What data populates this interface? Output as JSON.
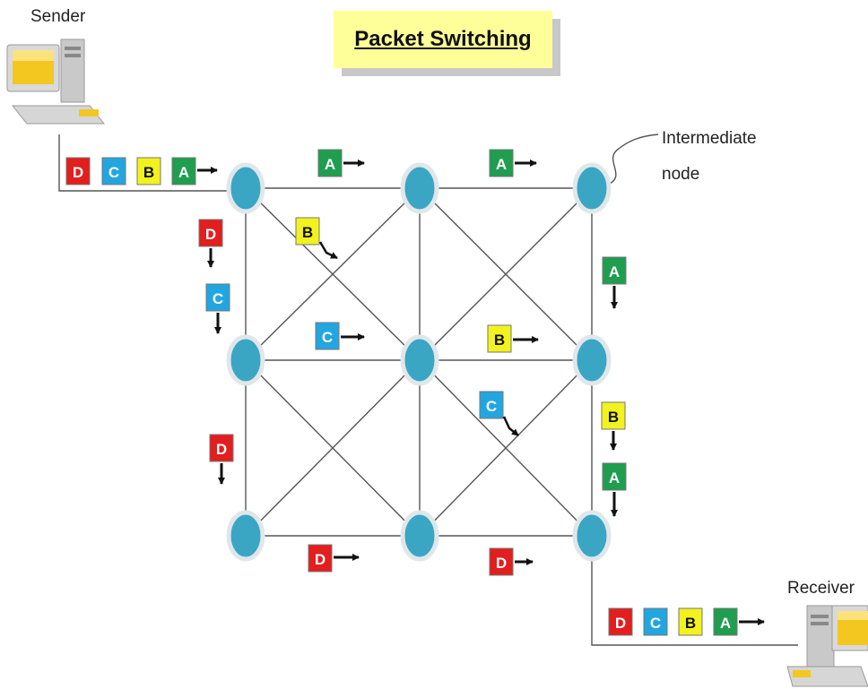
{
  "title": "Packet Switching",
  "labels": {
    "sender": "Sender",
    "receiver": "Receiver",
    "intermediate_line1": "Intermediate",
    "intermediate_line2": "node"
  },
  "packet_colors": {
    "A": "#1e9e4e",
    "B": "#f2f21e",
    "C": "#22a6e0",
    "D": "#e21e1e"
  },
  "packet_text_colors": {
    "A": "#ffffff",
    "B": "#111111",
    "C": "#ffffff",
    "D": "#ffffff"
  },
  "node_color": "#3aa6c4",
  "icons": {
    "sender": "computer-icon",
    "receiver": "computer-icon"
  }
}
